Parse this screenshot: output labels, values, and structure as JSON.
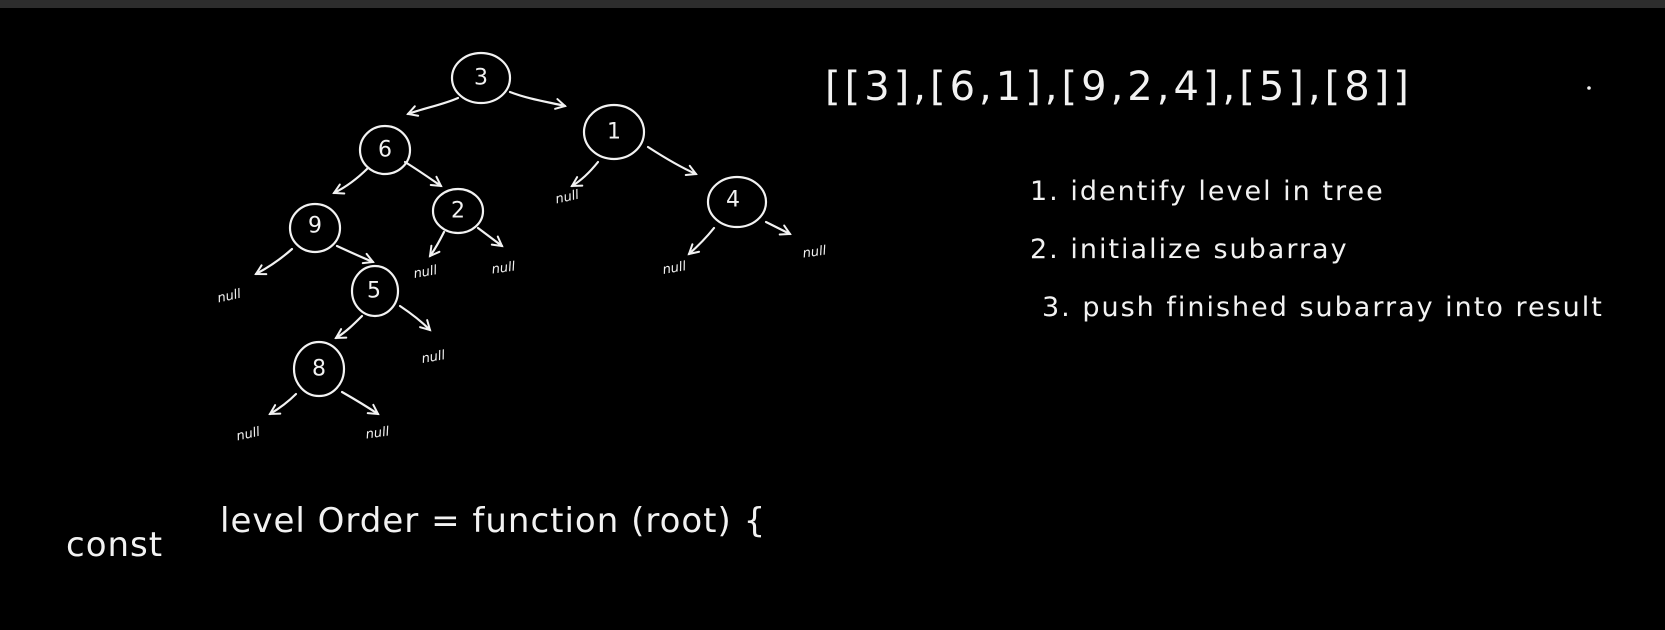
{
  "colors": {
    "background": "#000000",
    "ink": "#f2f2f2",
    "window_bar": "#2d2d2d"
  },
  "tree": {
    "nodes": [
      {
        "id": "n3",
        "label": "3"
      },
      {
        "id": "n6",
        "label": "6"
      },
      {
        "id": "n1",
        "label": "1"
      },
      {
        "id": "n9",
        "label": "9"
      },
      {
        "id": "n2",
        "label": "2"
      },
      {
        "id": "n4",
        "label": "4"
      },
      {
        "id": "n5",
        "label": "5"
      },
      {
        "id": "n8",
        "label": "8"
      }
    ],
    "null_label": "null"
  },
  "result_array": "[[3],[6,1],[9,2,4],[5],[8]]",
  "steps": [
    "1. identify level in tree",
    "2. initialize subarray",
    "3. push finished subarray into result"
  ],
  "code": {
    "keyword": "const",
    "signature": "level Order = function (root) {"
  }
}
